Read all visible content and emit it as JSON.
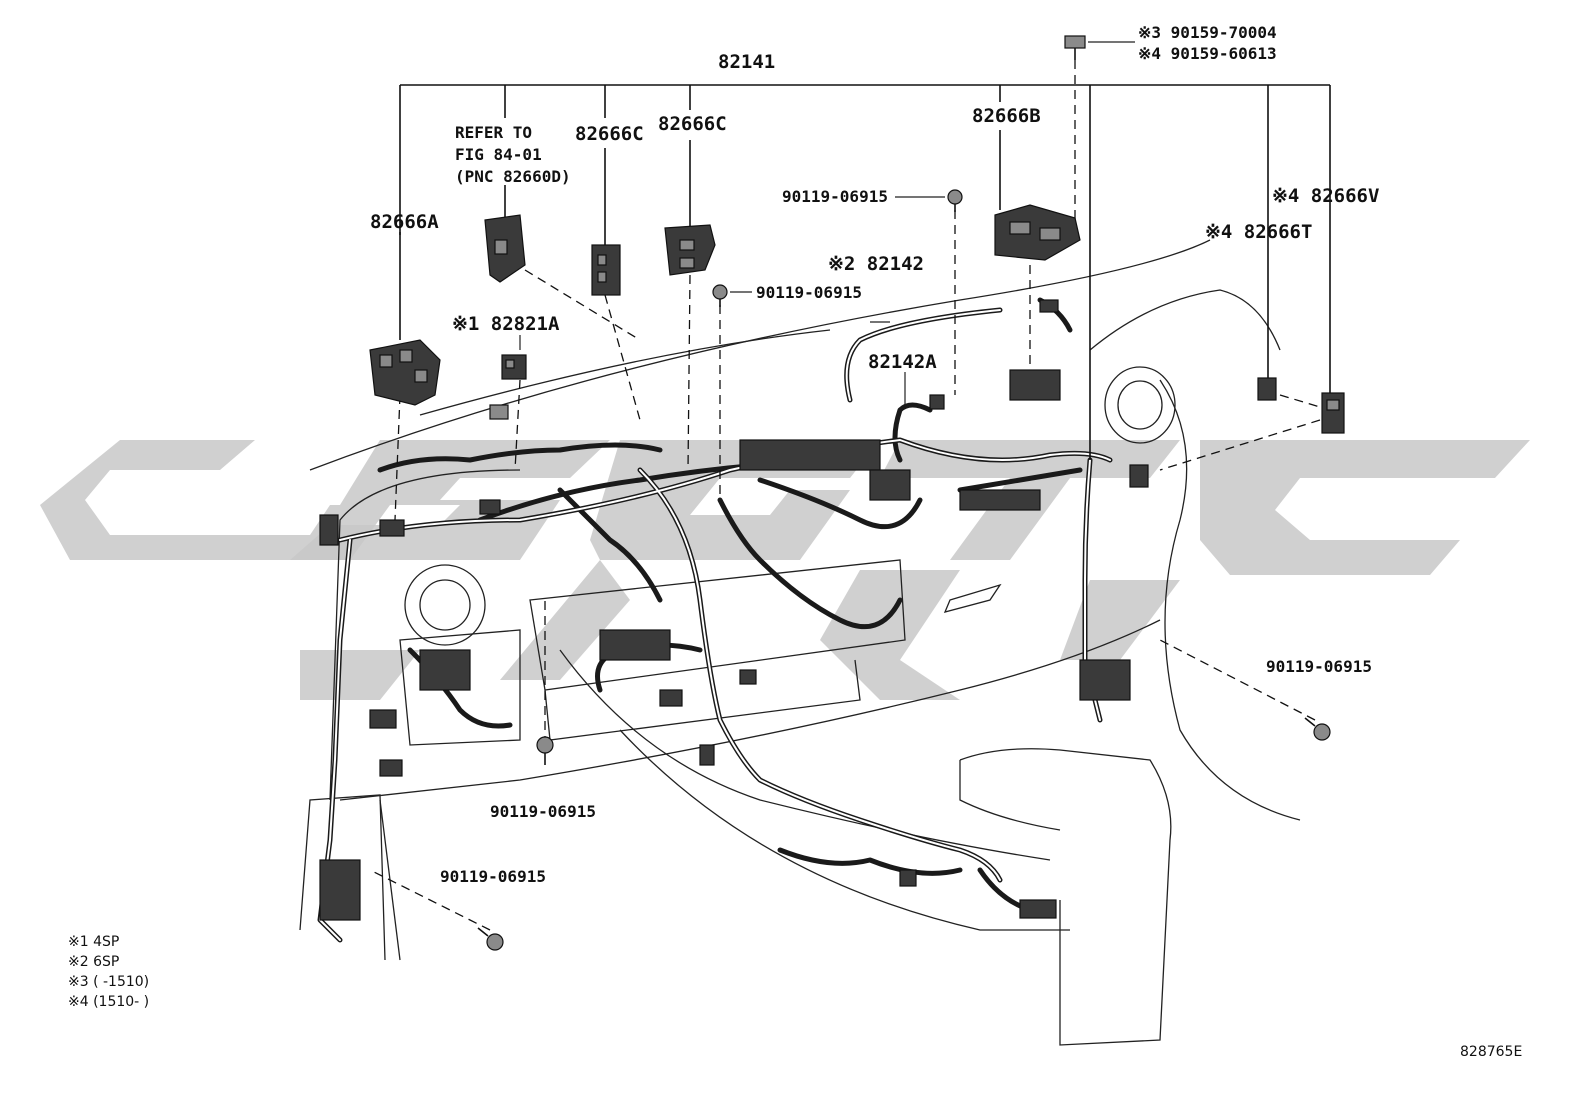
{
  "diagram": {
    "main_part": "82141",
    "labels": {
      "p82666A": "82666A",
      "refer_line1": "REFER TO",
      "refer_line2": "FIG 84-01",
      "refer_line3": "(PNC 82660D)",
      "p82666C_1": "82666C",
      "p82666C_2": "82666C",
      "p82666B": "82666B",
      "p82821A": "※1 82821A",
      "p82142": "※2 82142",
      "p82142A": "82142A",
      "p82666V": "※4 82666V",
      "p82666T": "※4 82666T",
      "bolt_top_1": "※3 90159-70004",
      "bolt_top_2": "※4 90159-60613",
      "screw_a": "90119-06915",
      "screw_b": "90119-06915",
      "screw_c": "90119-06915",
      "screw_d": "90119-06915",
      "screw_e": "90119-06915"
    },
    "notes": [
      "※1 4SP",
      "※2 6SP",
      "※3 (       -1510)",
      "※4 (1510-       )"
    ],
    "figure_id": "828765E"
  },
  "icons": [
    "bolt-icon",
    "screw-icon",
    "connector-icon",
    "harness-icon"
  ],
  "colors": {
    "line": "#111111",
    "watermark": "#c8c8c8",
    "background": "#ffffff"
  }
}
